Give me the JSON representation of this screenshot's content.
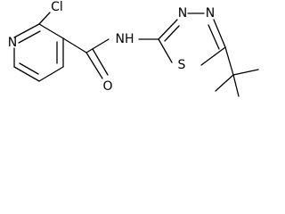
{
  "molecule": {
    "atoms": {
      "pyridine_n": "N",
      "chlorine": "Cl",
      "amide_oxygen": "O",
      "amide_nh": "NH",
      "thiadiazole_n3": "N",
      "thiadiazole_n4": "N",
      "thiadiazole_s": "S"
    }
  }
}
